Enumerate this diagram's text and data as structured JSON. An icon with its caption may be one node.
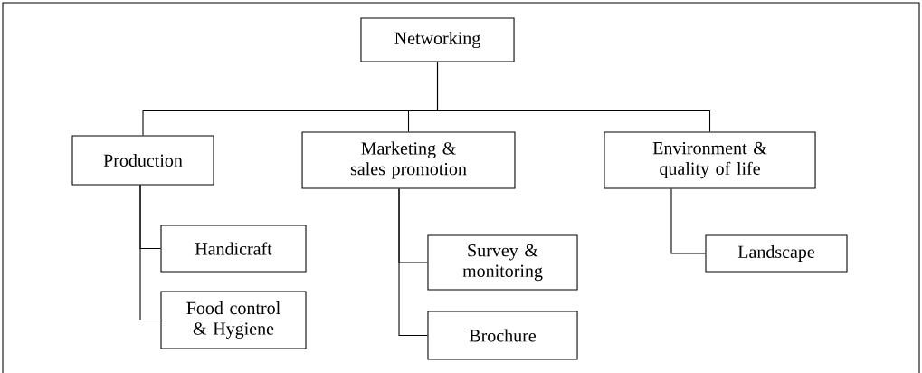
{
  "diagram": {
    "nodes": [
      {
        "text": [
          "Networking"
        ]
      },
      {
        "text": [
          "Production"
        ]
      },
      {
        "text": [
          "Marketing & sales promotion"
        ]
      },
      {
        "text": [
          "Environment & quality of life"
        ]
      },
      {
        "text": [
          "Handicraft"
        ]
      },
      {
        "text": [
          "Food control & Hygiene"
        ]
      },
      {
        "text": [
          "Survey & monitoring"
        ]
      },
      {
        "text": [
          "Brochure"
        ]
      },
      {
        "text": [
          "Landscape"
        ]
      }
    ],
    "edges": [
      {
        "from": 0,
        "to": 1,
        "arrow": "none"
      },
      {
        "from": 0,
        "to": 2,
        "arrow": "none"
      },
      {
        "from": 0,
        "to": 3,
        "arrow": "none"
      },
      {
        "from": 1,
        "to": 4,
        "arrow": "none"
      },
      {
        "from": 1,
        "to": 5,
        "arrow": "none"
      },
      {
        "from": 2,
        "to": 6,
        "arrow": "none"
      },
      {
        "from": 2,
        "to": 7,
        "arrow": "none"
      },
      {
        "from": 3,
        "to": 8,
        "arrow": "none"
      }
    ]
  }
}
